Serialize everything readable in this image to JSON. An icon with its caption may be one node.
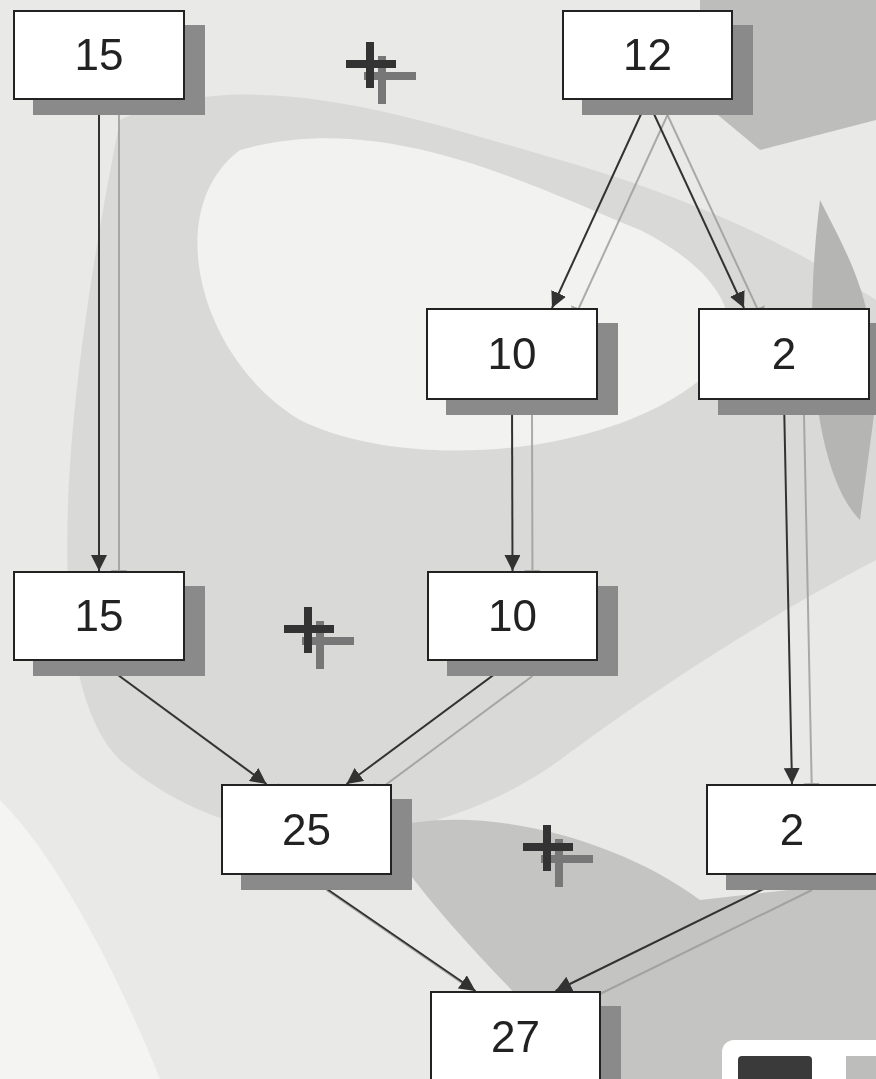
{
  "diagram": {
    "nodes": [
      {
        "text": [
          "15"
        ]
      },
      {
        "text": [
          "12"
        ]
      },
      {
        "text": [
          "10"
        ]
      },
      {
        "text": [
          "2"
        ]
      },
      {
        "text": [
          "15"
        ]
      },
      {
        "text": [
          "10"
        ]
      },
      {
        "text": [
          "25"
        ]
      },
      {
        "text": [
          "2"
        ]
      },
      {
        "text": [
          "27"
        ]
      }
    ],
    "edges": [
      {
        "from": 0,
        "to": 4,
        "arrow": "to"
      },
      {
        "from": 1,
        "to": 2,
        "arrow": "to"
      },
      {
        "from": 1,
        "to": 3,
        "arrow": "to"
      },
      {
        "from": 2,
        "to": 5,
        "arrow": "to"
      },
      {
        "from": 3,
        "to": 7,
        "arrow": "to"
      },
      {
        "from": 4,
        "to": 6,
        "arrow": "to"
      },
      {
        "from": 5,
        "to": 6,
        "arrow": "to"
      },
      {
        "from": 6,
        "to": 8,
        "arrow": "to"
      },
      {
        "from": 7,
        "to": 8,
        "arrow": "to"
      }
    ]
  }
}
